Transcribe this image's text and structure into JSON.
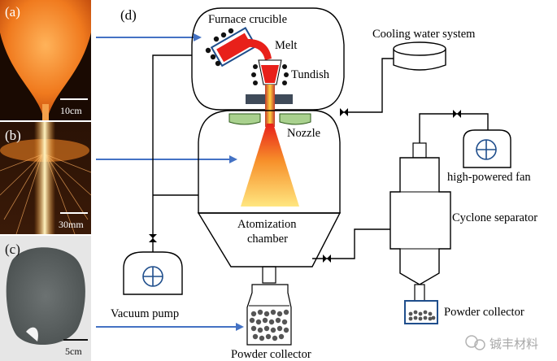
{
  "panels": {
    "a": {
      "label": "(a)",
      "scale": "10cm"
    },
    "b": {
      "label": "(b)",
      "scale": "30mm"
    },
    "c": {
      "label": "(c)",
      "scale": "5cm"
    },
    "d": {
      "label": "(d)"
    }
  },
  "labels": {
    "furnace_crucible": "Furnace crucible",
    "melt": "Melt",
    "tundish": "Tundish",
    "cooling_water": "Cooling water system",
    "nozzle": "Nozzle",
    "high_powered_fan": "high-powered fan",
    "cyclone_separator": "Cyclone separator",
    "atomization_line1": "Atomization",
    "atomization_line2": "chamber",
    "vacuum_pump": "Vacuum pump",
    "powder_collector_right": "Powder collector",
    "powder_collector_bottom": "Powder collector"
  },
  "watermark": "铖丰材料",
  "colors": {
    "arrow": "#4472c4",
    "line": "#000000",
    "melt": "#e8201a",
    "nozzle": "#a9d18e",
    "photo_a": "#f07a1e",
    "photo_c": "#5a6060"
  }
}
